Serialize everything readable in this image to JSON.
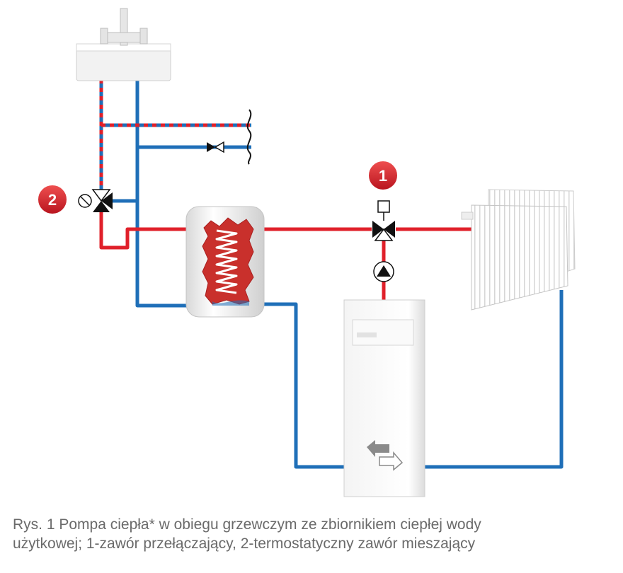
{
  "badges": {
    "switching_valve_number": "1",
    "mixing_valve_number": "2"
  },
  "colors": {
    "hot_pipe": "#e0202a",
    "cold_pipe": "#1f6fb8",
    "badge": "#d81e2a",
    "caption_text": "#6a6a6a"
  },
  "caption": {
    "line1": "Rys. 1 Pompa ciepła* w obiegu grzewczym ze zbiornikiem ciepłej wody",
    "line2": "użytkowej; 1-zawór przełączający, 2-termostatyczny zawór mieszający"
  }
}
